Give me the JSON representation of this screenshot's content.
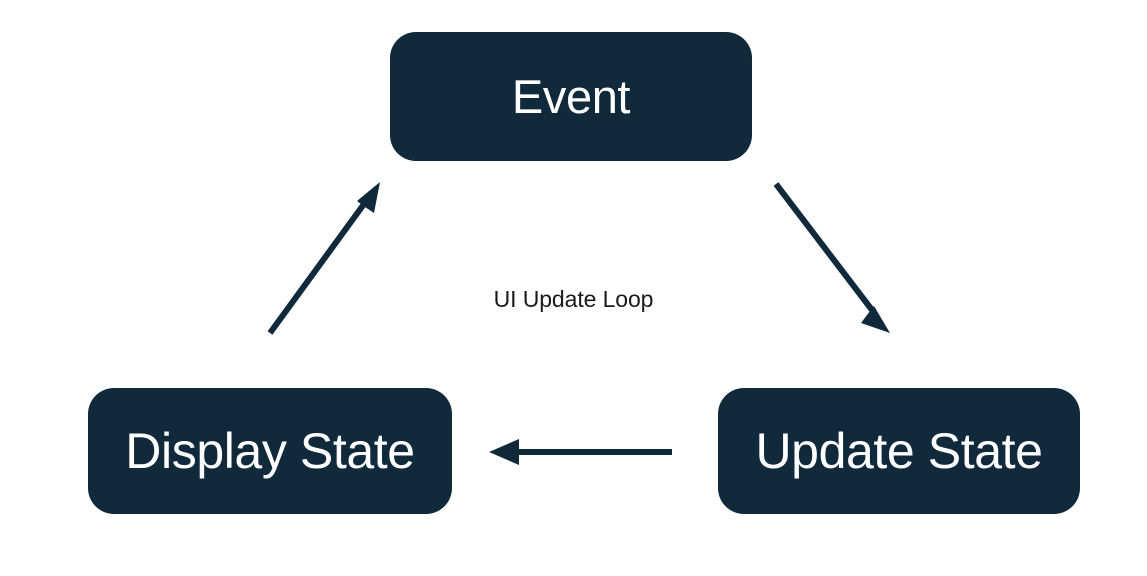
{
  "diagram": {
    "title": "UI Update Loop",
    "center_label": "UI Update Loop",
    "background_color": "#ffffff",
    "node_fill_color": "#10293b",
    "node_text_color": "#ffffff",
    "edge_color": "#10293b",
    "center_label_color": "#1a1a1a",
    "nodes": [
      {
        "id": "event",
        "label": "Event"
      },
      {
        "id": "update_state",
        "label": "Update State"
      },
      {
        "id": "display_state",
        "label": "Display State"
      }
    ],
    "edges": [
      {
        "id": "event-to-update-state",
        "from": "Event",
        "to": "Update State",
        "label": ""
      },
      {
        "id": "update-state-to-display-state",
        "from": "Update State",
        "to": "Display State",
        "label": ""
      },
      {
        "id": "display-state-to-event",
        "from": "Display State",
        "to": "Event",
        "label": ""
      }
    ]
  }
}
